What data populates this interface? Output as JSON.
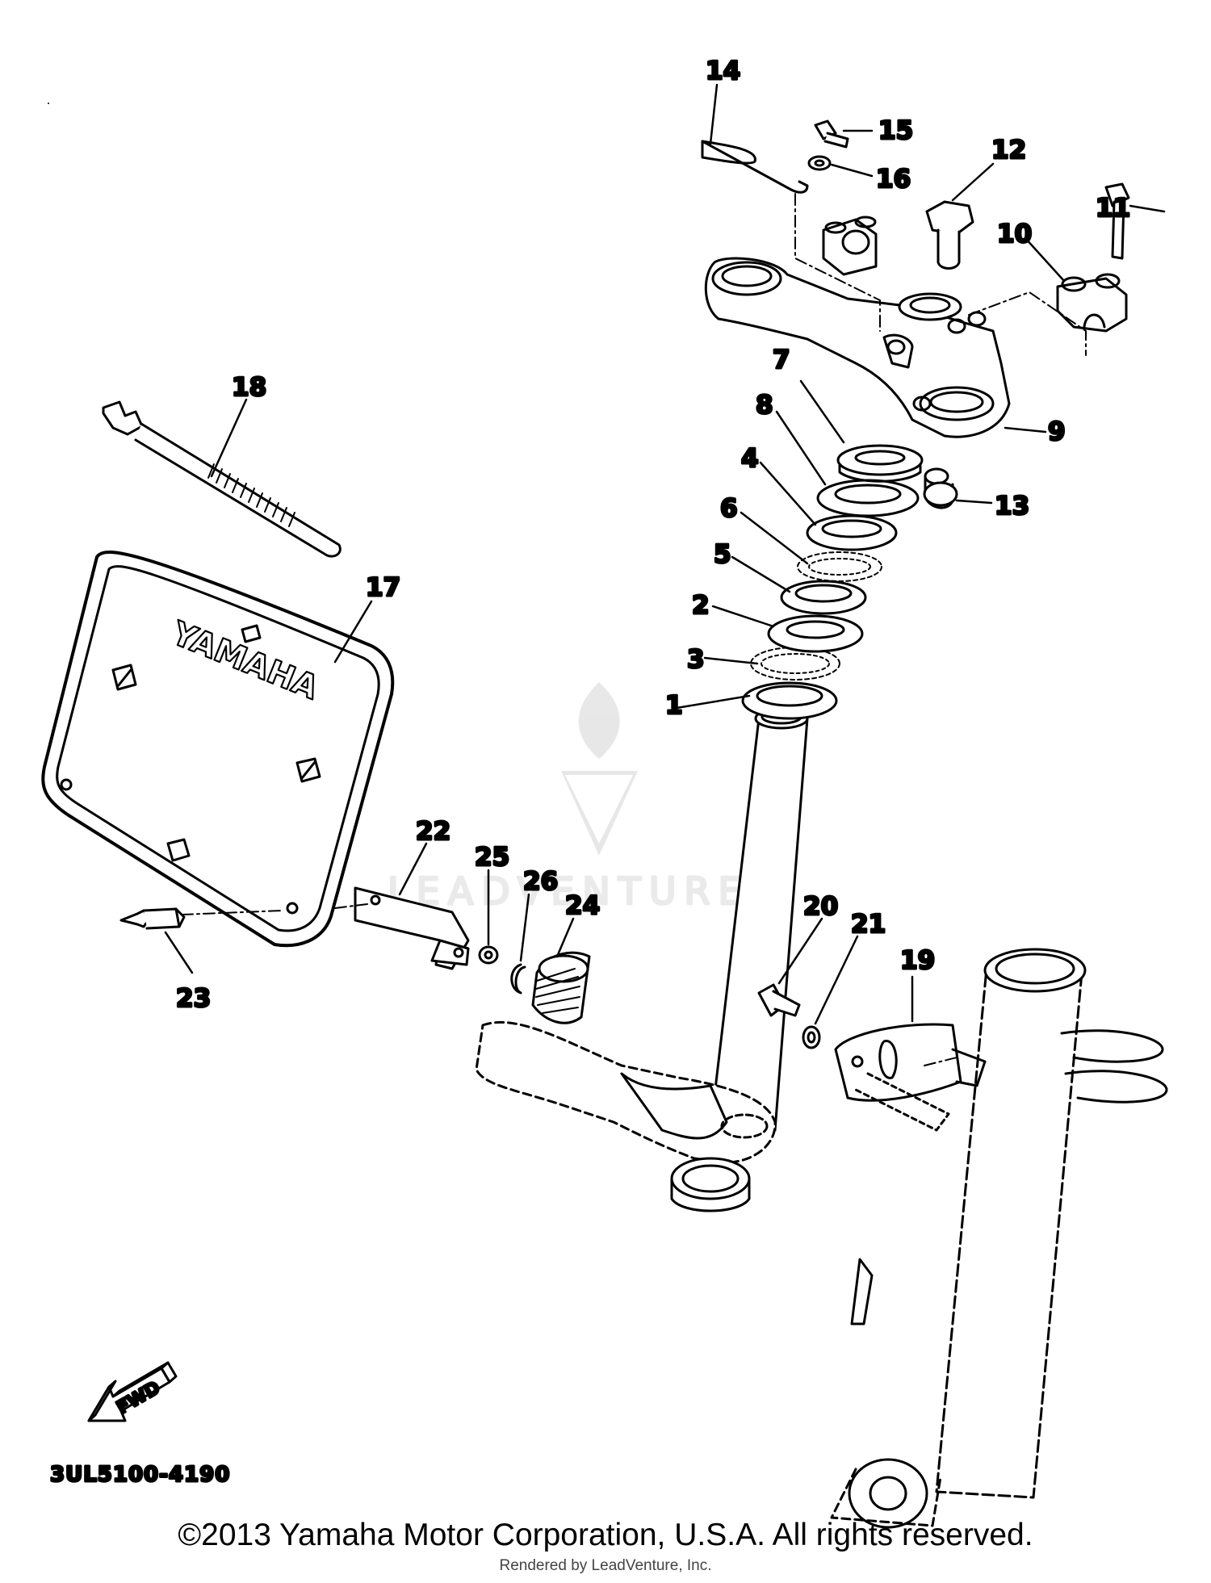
{
  "diagram": {
    "part_numbers": {
      "p1": "1",
      "p2": "2",
      "p3": "3",
      "p4": "4",
      "p5": "5",
      "p6": "6",
      "p7": "7",
      "p8": "8",
      "p9": "9",
      "p10": "10",
      "p11": "11",
      "p12": "12",
      "p13": "13",
      "p14": "14",
      "p15": "15",
      "p16": "16",
      "p17": "17",
      "p18": "18",
      "p19": "19",
      "p20": "20",
      "p21": "21",
      "p22": "22",
      "p23": "23",
      "p24": "24",
      "p25": "25",
      "p26": "26"
    },
    "plate_lettering": "YAMAHA",
    "fwd_label": "FWD",
    "diagram_code": "3UL5100-4190",
    "watermark_text": "LEADVENTURE"
  },
  "footer": {
    "copyright": "©2013 Yamaha Motor Corporation, U.S.A. All rights reserved.",
    "rendered_by": "Rendered by LeadVenture, Inc."
  },
  "colors": {
    "ink": "#000000",
    "paper": "#ffffff",
    "watermark": "#c8c8c8"
  }
}
